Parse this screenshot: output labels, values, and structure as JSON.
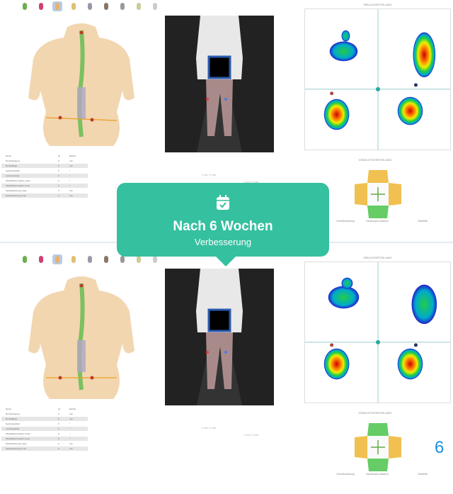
{
  "panels": [
    {
      "id": "before",
      "plot_title": "DRUCKVERTEILUNG",
      "weight_title": "GEWICHTSVERTEILUNG",
      "mid_text": [
        "0 mm / 0 mm",
        "0 mm / 0 mm"
      ],
      "labels": [
        "Vorfußbelastung",
        "Ganzkörper-Balance",
        "Stabilität"
      ],
      "table_header": [
        "Name",
        "Ist",
        "Einheit"
      ],
      "rows": [
        [
          "Rumpfneigung",
          "0",
          "mm"
        ],
        [
          "Rumpflänge",
          "0",
          "mm"
        ],
        [
          "Kyphosewinkel",
          "0",
          "°"
        ],
        [
          "Lordosewinkel",
          "0",
          "°"
        ],
        [
          "Oberflächenrotation (max)",
          "0",
          "°"
        ],
        [
          "Oberflächenrotation (rms)",
          "0",
          "°"
        ],
        [
          "Seitabweichung (max)",
          "0",
          "mm"
        ],
        [
          "Seitabweichung (rms)",
          "0",
          "mm"
        ]
      ]
    },
    {
      "id": "after",
      "plot_title": "DRUCKVERTEILUNG",
      "weight_title": "GEWICHTSVERTEILUNG",
      "mid_text": [
        "0 mm / 0 mm",
        "0 mm / 0 mm"
      ],
      "labels": [
        "Vorfußbelastung",
        "Ganzkörper-Balance",
        "Stabilität"
      ],
      "table_header": [
        "Name",
        "Ist",
        "Einheit"
      ],
      "rows": [
        [
          "Rumpfneigung",
          "0",
          "mm"
        ],
        [
          "Rumpflänge",
          "0",
          "mm"
        ],
        [
          "Kyphosewinkel",
          "0",
          "°"
        ],
        [
          "Lordosewinkel",
          "0",
          "°"
        ],
        [
          "Oberflächenrotation (max)",
          "0",
          "°"
        ],
        [
          "Oberflächenrotation (rms)",
          "0",
          "°"
        ],
        [
          "Seitabweichung (max)",
          "0",
          "mm"
        ],
        [
          "Seitabweichung (rms)",
          "0",
          "mm"
        ]
      ]
    }
  ],
  "tooltip": {
    "icon": "calendar-check-icon",
    "title": "Nach 6 Wochen",
    "subtitle": "Verbesserung"
  },
  "page_number": "6",
  "colors": {
    "accent": "#35c0a0",
    "page_number": "#1a8fe0"
  }
}
